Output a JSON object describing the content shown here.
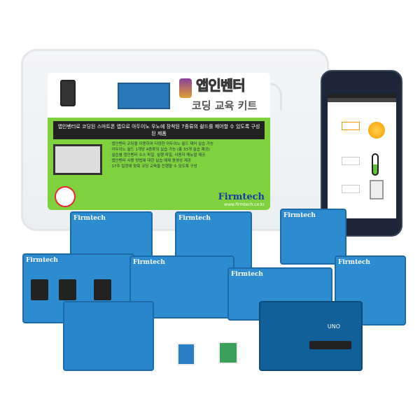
{
  "package": {
    "title": "앱인벤터",
    "subtitle": "코딩 교육 키트",
    "banner": "앱인벤터로 코딩된 스마트폰 앱으로 아두이노 우노에 장착된 7종류의 쉴드를 제어할 수 있도록 구성된 제품",
    "bullets": [
      "· 앱인벤터 코딩을 이용하여 다양한 아두이노 쉴드 제어 실습 가능",
      "· 아두이노 쉴드 1개당 4종류의 실습 가능 (총 33개 실습 제공)",
      "· 실습별 앱인벤터 소스 파일, 실행 파일, 사용자 매뉴얼 제공",
      "· 앱인벤터 사용 방법에 대한 실습 예제 동영상 제공",
      "· 17주 일정에 맞춰 코딩 교육을 진행할 수 있도록 구성"
    ],
    "brand": "Firmtech",
    "url": "www.firmtech.co.kr"
  },
  "boards": {
    "label": "Firmtech",
    "arduino_label": "UNO"
  },
  "colors": {
    "board": "#2d8bd0",
    "green": "#7fd23d",
    "brand": "#1c3ba0"
  }
}
